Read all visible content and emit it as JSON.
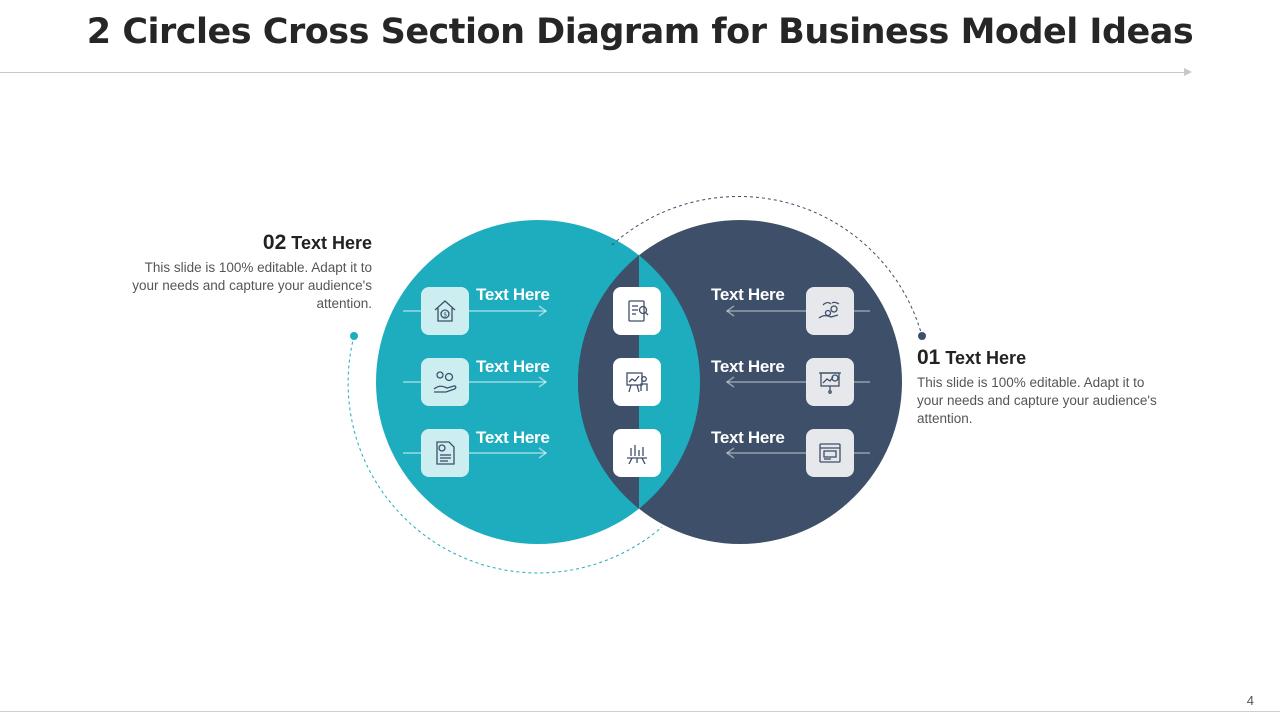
{
  "title": "2 Circles Cross Section Diagram for Business Model Ideas",
  "colors": {
    "teal": "#1dadbe",
    "navy": "#3e4f69",
    "title": "#262626"
  },
  "left_circle": {
    "items": [
      {
        "label": "Text Here",
        "icon": "house-dollar-icon"
      },
      {
        "label": "Text Here",
        "icon": "hand-coins-icon"
      },
      {
        "label": "Text Here",
        "icon": "invoice-dollar-icon"
      }
    ]
  },
  "right_circle": {
    "items": [
      {
        "label": "Text Here",
        "icon": "handshake-icon"
      },
      {
        "label": "Text Here",
        "icon": "presentation-chart-icon"
      },
      {
        "label": "Text Here",
        "icon": "browser-card-icon"
      }
    ]
  },
  "center_icons": [
    "document-search-icon",
    "presenter-board-icon",
    "bar-chart-board-icon"
  ],
  "callouts": {
    "left": {
      "number": "02",
      "heading": "Text Here",
      "body": "This slide is 100% editable. Adapt it to your needs and capture your audience's attention."
    },
    "right": {
      "number": "01",
      "heading": "Text Here",
      "body": "This slide is 100% editable. Adapt it to your needs and capture your audience's attention."
    }
  },
  "page_number": "4"
}
